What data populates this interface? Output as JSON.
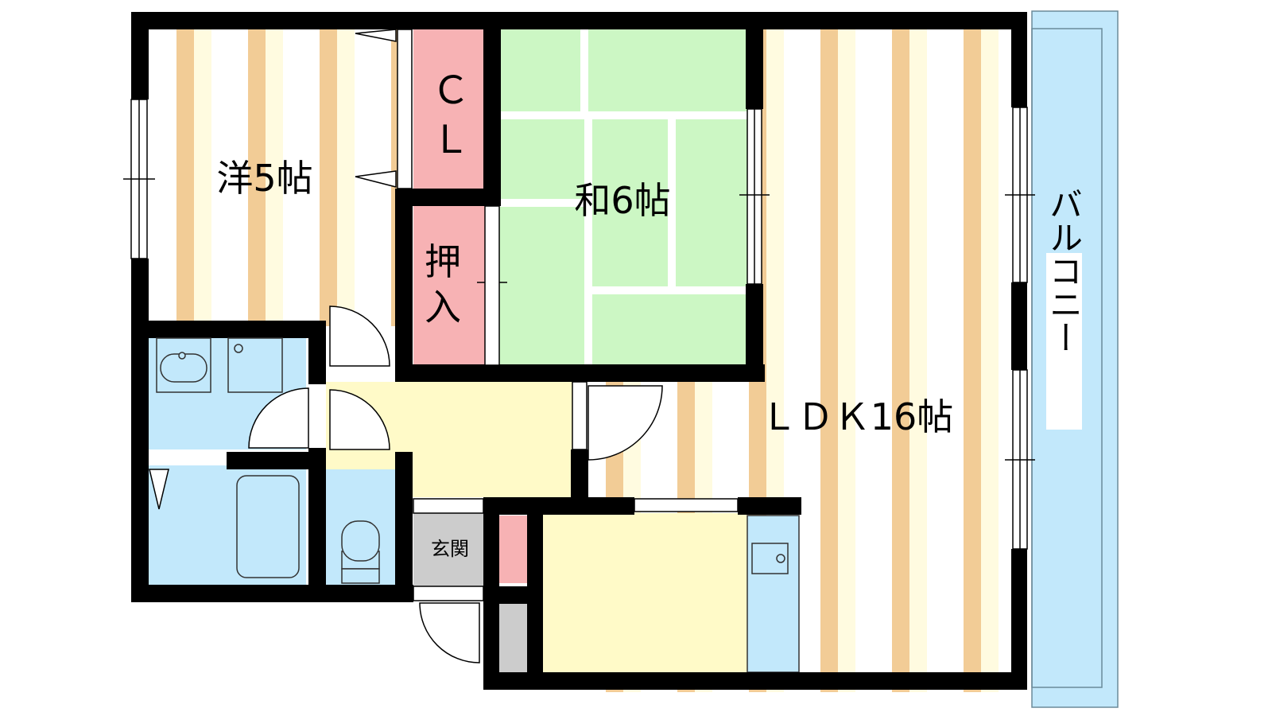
{
  "rooms": {
    "western": {
      "label": "洋5帖"
    },
    "closet": {
      "label_line1": "Ｃ",
      "label_line2": "Ｌ"
    },
    "japanese": {
      "label": "和6帖"
    },
    "oshiire": {
      "label_line1": "押",
      "label_line2": "入"
    },
    "ldk": {
      "label": "ＬＤＫ16帖"
    },
    "genkan": {
      "label": "玄関"
    },
    "balcony": {
      "label": "バルコニー"
    }
  },
  "colors": {
    "wall": "#000000",
    "wood_stripe": "#f2cc96",
    "wood_light": "#fffbe0",
    "tatami": "#ccf7c4",
    "closet": "#f7b2b4",
    "wet": "#c2e8fb",
    "corridor": "#fffac8",
    "genkan": "#cccccc",
    "balcony": "#c2e8fb"
  }
}
